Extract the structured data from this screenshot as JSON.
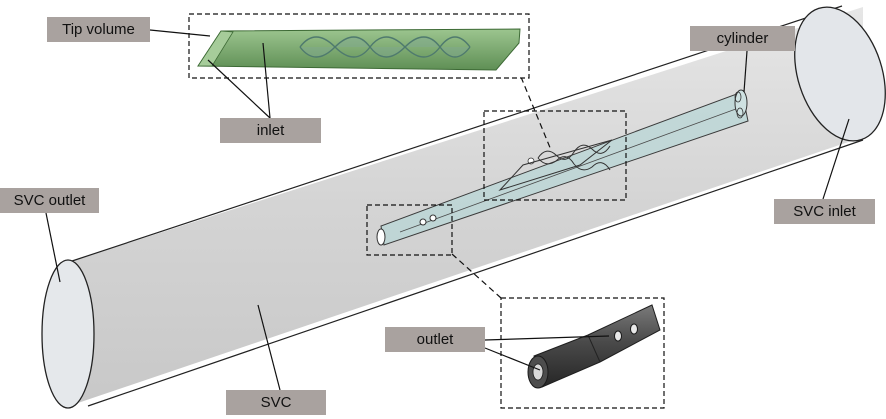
{
  "labels": {
    "tip_volume": "Tip volume",
    "inlet": "inlet",
    "cylinder": "cylinder",
    "svc_outlet": "SVC outlet",
    "svc_inlet": "SVC inlet",
    "outlet": "outlet",
    "svc": "SVC"
  },
  "colors": {
    "background": "#ffffff",
    "vessel_fill": "#d8d8d8",
    "vessel_edge": "#222222",
    "end_cap_fill": "#e3e6ea",
    "tip_volume_green": "#7fae73",
    "catheter_tint": "#b8d6d6",
    "catheter_dark": "#3c3c3c",
    "label_box": "#a9a29f"
  }
}
